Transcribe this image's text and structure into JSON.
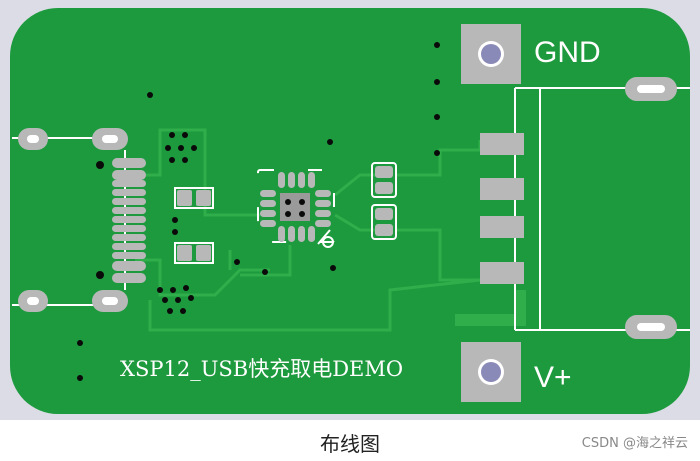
{
  "board": {
    "label_gnd": "GND",
    "label_vplus": "V+",
    "silk_title": "XSP12_USB快充取电DEMO",
    "colors": {
      "background": "#dcdce6",
      "board_fill": "#1e9a3e",
      "trace": "#2fae4b",
      "pad": "#b8b8b8",
      "silk": "#ffffff",
      "hole": "#ffffff"
    }
  },
  "caption": "布线图",
  "watermark": "CSDN @海之祥云"
}
